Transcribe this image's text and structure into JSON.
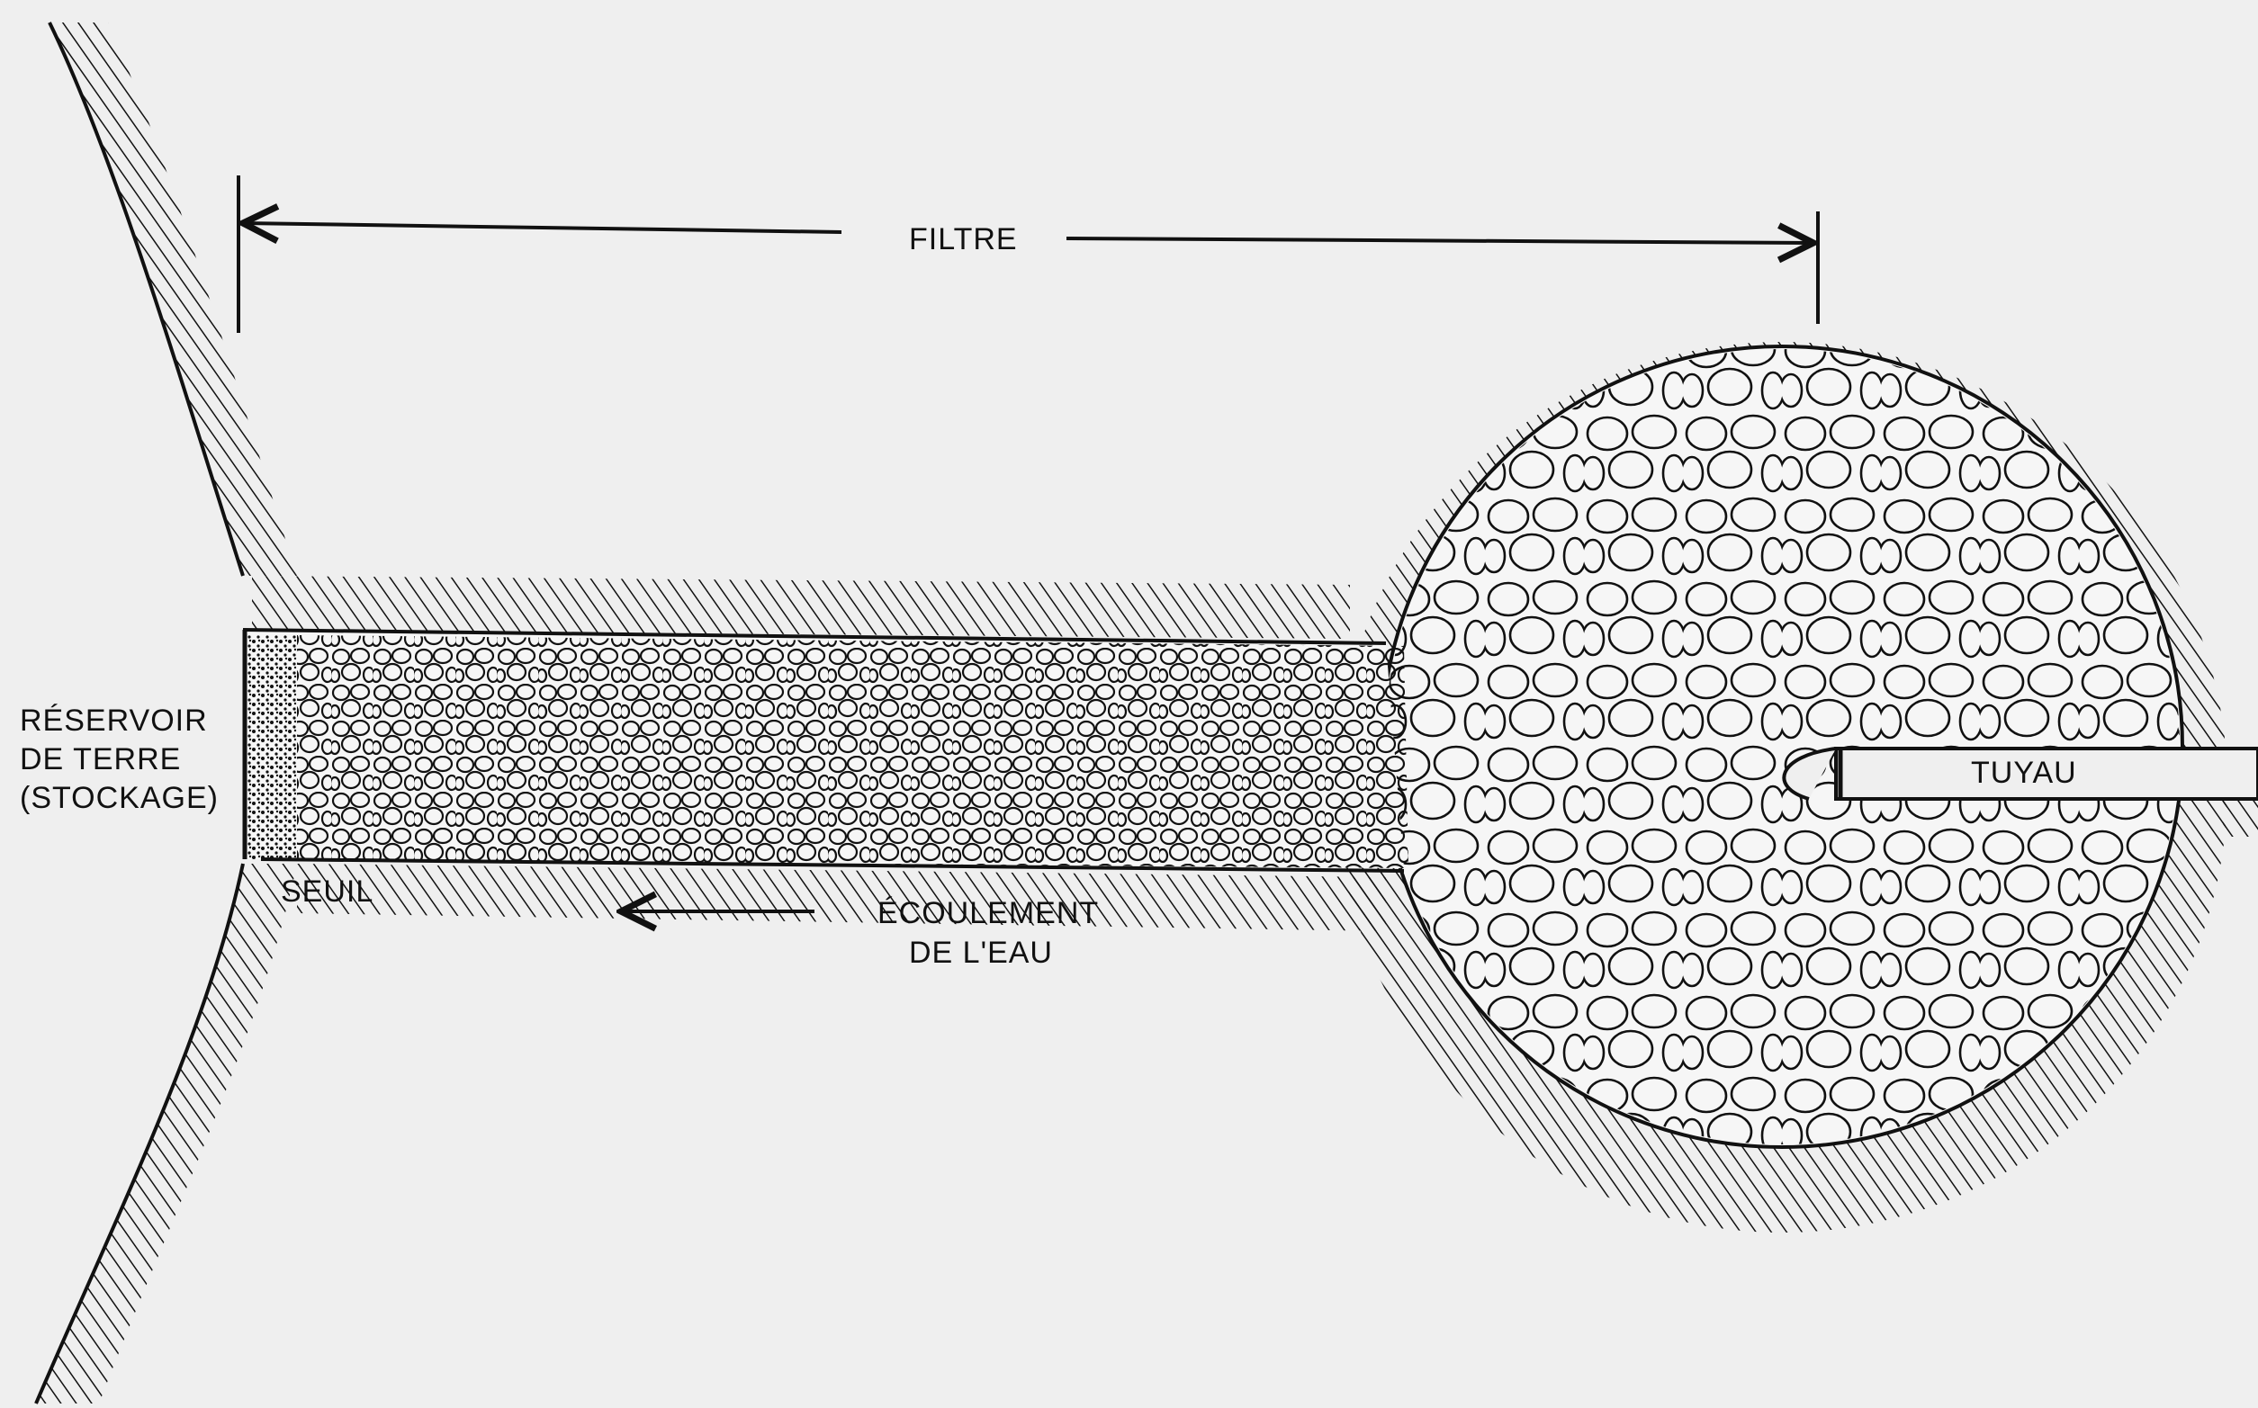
{
  "labels": {
    "filter": "FILTRE",
    "reservoir_line1": "RÉSERVOIR",
    "reservoir_line2": "DE TERRE",
    "reservoir_line3": "(STOCKAGE)",
    "sill": "SEUIL",
    "flow_line1": "ÉCOULEMENT",
    "flow_line2": "DE L'EAU",
    "pipe": "TUYAU"
  },
  "colors": {
    "ink": "#111111",
    "paper": "#efefef",
    "channel_fill": "#f6f6f6"
  }
}
